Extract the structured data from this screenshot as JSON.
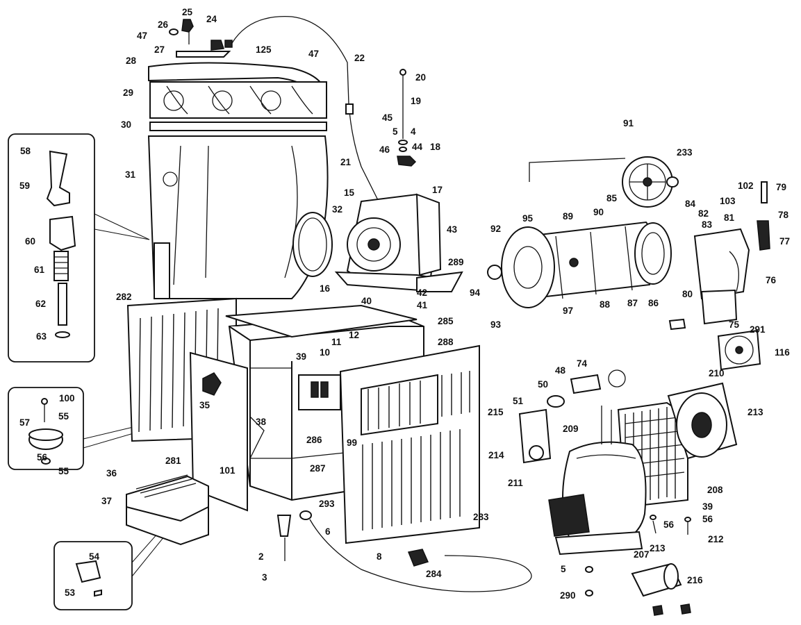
{
  "labels": [
    "2",
    "3",
    "4",
    "5",
    "5",
    "6",
    "8",
    "10",
    "11",
    "12",
    "15",
    "16",
    "17",
    "18",
    "19",
    "20",
    "21",
    "22",
    "24",
    "25",
    "26",
    "27",
    "28",
    "29",
    "30",
    "31",
    "32",
    "35",
    "36",
    "37",
    "38",
    "39",
    "39",
    "40",
    "41",
    "42",
    "43",
    "44",
    "45",
    "46",
    "47",
    "47",
    "48",
    "50",
    "51",
    "53",
    "54",
    "55",
    "55",
    "56",
    "56",
    "56",
    "57",
    "58",
    "59",
    "60",
    "61",
    "62",
    "63",
    "74",
    "75",
    "76",
    "77",
    "78",
    "79",
    "80",
    "81",
    "82",
    "83",
    "84",
    "85",
    "86",
    "87",
    "88",
    "89",
    "90",
    "91",
    "92",
    "93",
    "94",
    "95",
    "97",
    "99",
    "100",
    "101",
    "102",
    "103",
    "116",
    "125",
    "207",
    "208",
    "209",
    "210",
    "211",
    "212",
    "213",
    "213",
    "214",
    "215",
    "216",
    "233",
    "281",
    "282",
    "283",
    "284",
    "285",
    "286",
    "287",
    "288",
    "289",
    "290",
    "291",
    "293"
  ]
}
